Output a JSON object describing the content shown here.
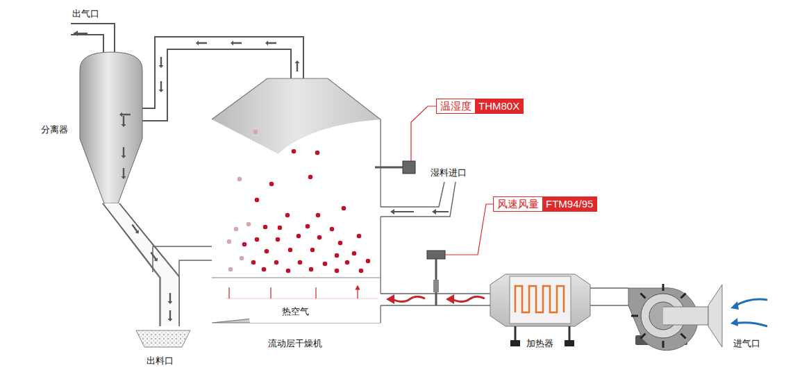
{
  "diagram": {
    "nodes": [
      {
        "text": [
          "温湿度",
          "THM80X"
        ]
      },
      {
        "text": [
          "风速风量",
          "FTM94/95"
        ]
      }
    ],
    "labels": [
      "出气口",
      "分离器",
      "湿料进口",
      "热空气",
      "流动层干燥机",
      "加热器",
      "进气口",
      "出料口"
    ]
  }
}
